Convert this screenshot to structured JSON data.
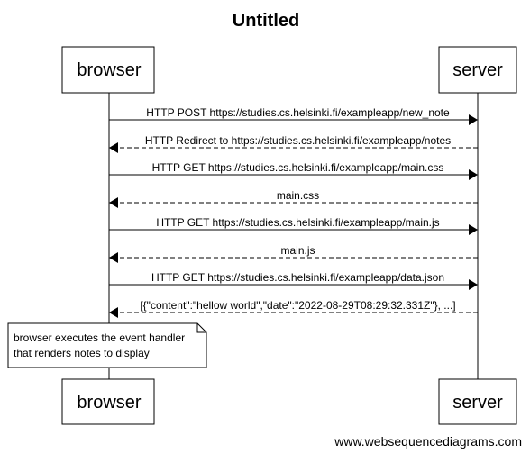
{
  "title": "Untitled",
  "actors": {
    "browser": "browser",
    "server": "server"
  },
  "messages": [
    {
      "text": "HTTP POST https://studies.cs.helsinki.fi/exampleapp/new_note",
      "direction": "right",
      "style": "solid"
    },
    {
      "text": "HTTP Redirect to https://studies.cs.helsinki.fi/exampleapp/notes",
      "direction": "left",
      "style": "dashed"
    },
    {
      "text": "HTTP GET https://studies.cs.helsinki.fi/exampleapp/main.css",
      "direction": "right",
      "style": "solid"
    },
    {
      "text": "main.css",
      "direction": "left",
      "style": "dashed"
    },
    {
      "text": "HTTP GET https://studies.cs.helsinki.fi/exampleapp/main.js",
      "direction": "right",
      "style": "solid"
    },
    {
      "text": "main.js",
      "direction": "left",
      "style": "dashed"
    },
    {
      "text": "HTTP GET https://studies.cs.helsinki.fi/exampleapp/data.json",
      "direction": "right",
      "style": "solid"
    },
    {
      "text": "[{\"content\":\"hellow world\",\"date\":\"2022-08-29T08:29:32.331Z\"}, ...]",
      "direction": "left",
      "style": "dashed"
    }
  ],
  "note": {
    "lines": [
      "browser executes the event handler",
      "that renders notes to display"
    ]
  },
  "credit": "www.websequencediagrams.com"
}
